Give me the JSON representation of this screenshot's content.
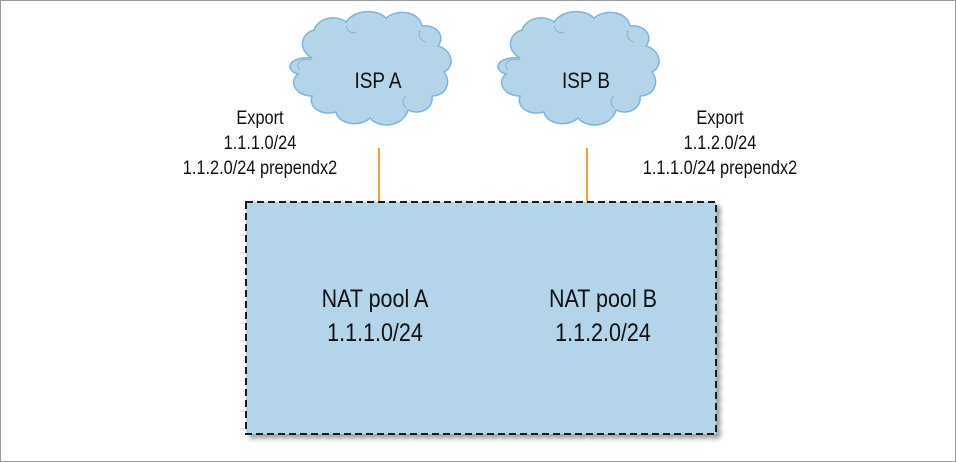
{
  "colors": {
    "cloud_fill": "#b4d4ea",
    "cloud_stroke": "#7fb4d9",
    "box_fill": "#b4d4ea",
    "box_border": "#1e1e1e",
    "link": "#f0a23a"
  },
  "isps": [
    {
      "label": "ISP A"
    },
    {
      "label": "ISP B"
    }
  ],
  "exports": [
    {
      "title": "Export",
      "lines": [
        "1.1.1.0/24",
        "1.1.2.0/24 prependx2"
      ]
    },
    {
      "title": "Export",
      "lines": [
        "1.1.2.0/24",
        "1.1.1.0/24 prependx2"
      ]
    }
  ],
  "nat_pools": [
    {
      "name": "NAT pool A",
      "prefix": "1.1.1.0/24"
    },
    {
      "name": "NAT pool B",
      "prefix": "1.1.2.0/24"
    }
  ]
}
